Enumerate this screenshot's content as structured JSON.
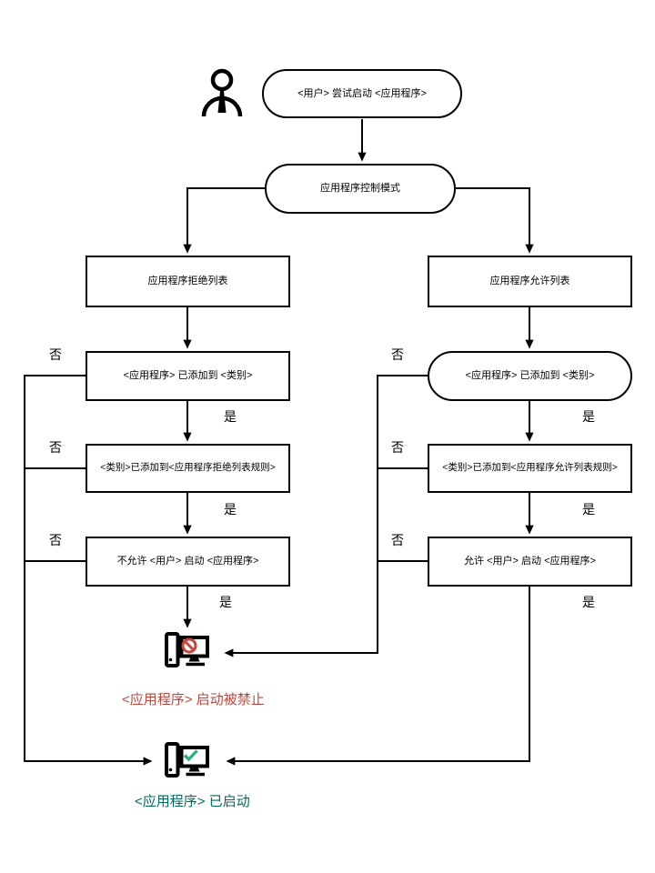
{
  "nodes": {
    "start": "<用户> 尝试启动 <应用程序>",
    "mode": "应用程序控制模式",
    "denylist": "应用程序拒绝列表",
    "allowlist": "应用程序允许列表",
    "deny_app_in_category": "<应用程序> 已添加到 <类别>",
    "allow_app_in_category": "<应用程序> 已添加到 <类别>",
    "deny_category_in_rule": "<类别>已添加到<应用程序拒绝列表规则>",
    "allow_category_in_rule": "<类别>已添加到<应用程序允许列表规则>",
    "deny_action": "不允许 <用户> 启动 <应用程序>",
    "allow_action": "允许 <用户> 启动 <应用程序>"
  },
  "edge_labels": {
    "yes": "是",
    "no": "否"
  },
  "outcomes": {
    "blocked": {
      "label": "<应用程序> 启动被禁止",
      "color": "#b6493f"
    },
    "started": {
      "label": "<应用程序> 已启动",
      "color": "#00695c"
    }
  },
  "icons": {
    "person": "person-icon",
    "blocked_computer": "computer-with-prohibition-icon",
    "started_computer": "computer-with-checkmark-icon"
  },
  "colors": {
    "line": "#000000",
    "prohibition_sign": "#c2463c",
    "checkmark": "#29b274",
    "blocked_text": "#b6493f",
    "started_text": "#00695c"
  }
}
